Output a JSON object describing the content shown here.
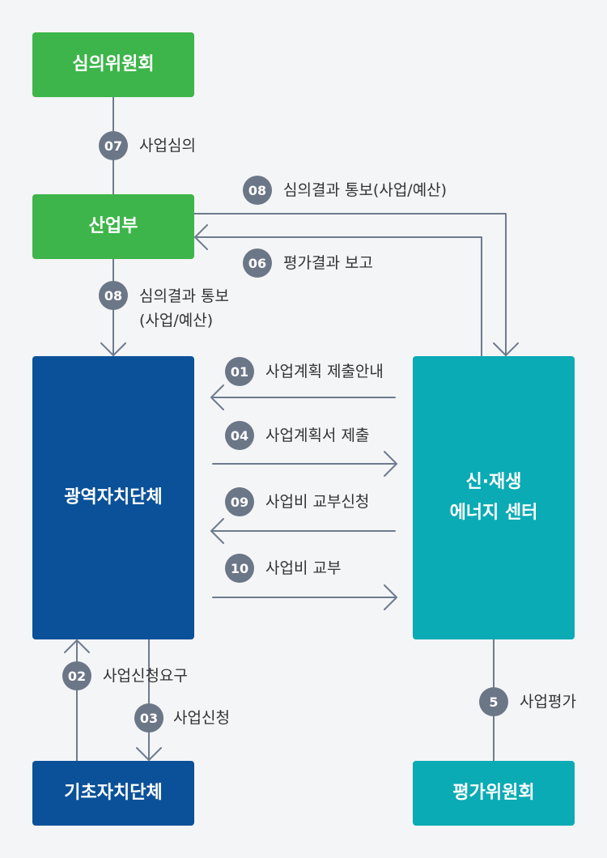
{
  "colors": {
    "green": "#3db54a",
    "navy": "#0a5199",
    "teal": "#0aabb5",
    "badge": "#6b7686",
    "line": "#6e7b8e",
    "background": "#f4f5f7"
  },
  "nodes": {
    "committee": "심의위원회",
    "ministry": "산업부",
    "metro_gov": "광역자치단체",
    "local_gov": "기초자치단체",
    "energy_center_line1": "신·재생",
    "energy_center_line2": "에너지 센터",
    "eval_committee": "평가위원회"
  },
  "steps": {
    "s07": {
      "num": "07",
      "text": "사업심의"
    },
    "s08a": {
      "num": "08",
      "text": "심의결과 통보(사업/예산)"
    },
    "s06": {
      "num": "06",
      "text": "평가결과 보고"
    },
    "s08b": {
      "num": "08",
      "text_line1": "심의결과 통보",
      "text_line2": "(사업/예산)"
    },
    "s01": {
      "num": "01",
      "text": "사업계획 제출안내"
    },
    "s04": {
      "num": "04",
      "text": "사업계획서 제출"
    },
    "s09": {
      "num": "09",
      "text": "사업비 교부신청"
    },
    "s10": {
      "num": "10",
      "text": "사업비 교부"
    },
    "s02": {
      "num": "02",
      "text": "사업신청요구"
    },
    "s03": {
      "num": "03",
      "text": "사업신청"
    },
    "s05": {
      "num": "5",
      "text": "사업평가"
    }
  }
}
